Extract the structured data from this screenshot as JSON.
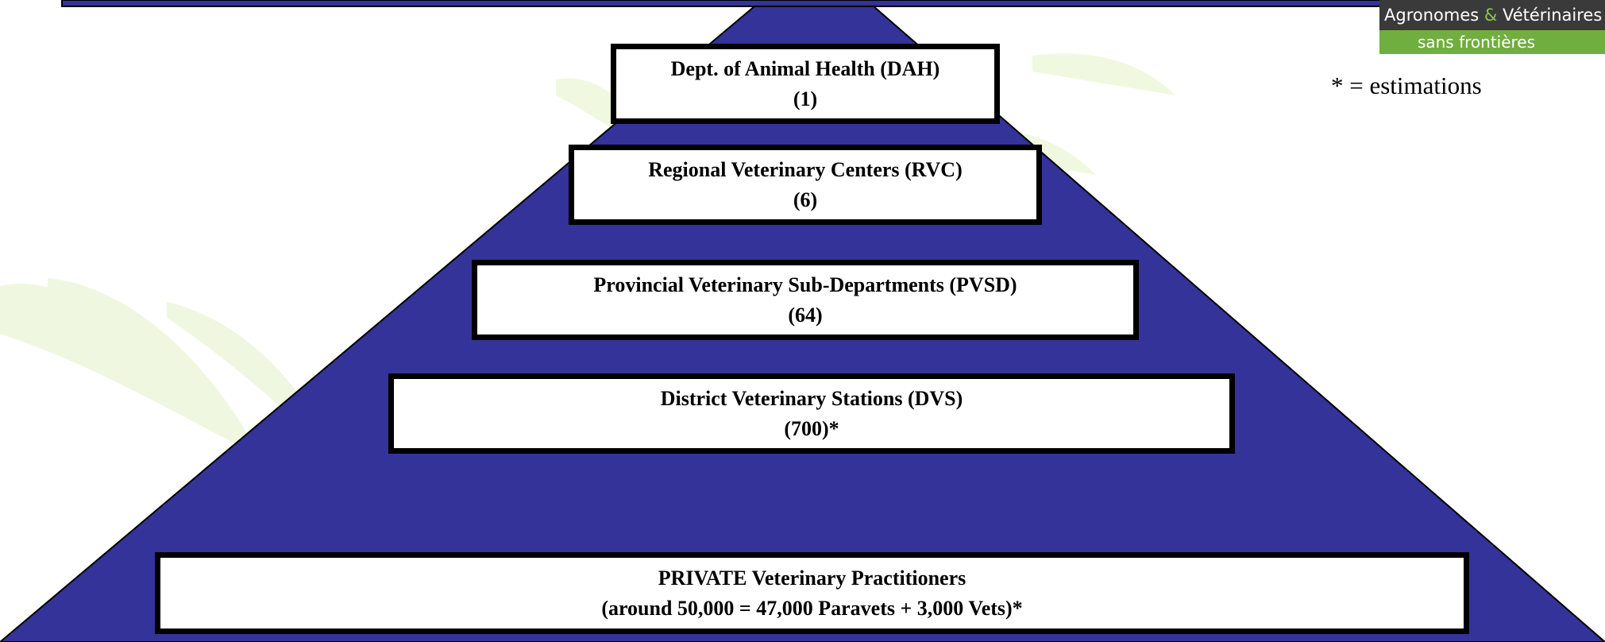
{
  "logo": {
    "word1": "Agronomes",
    "ampersand": "&",
    "word2": "Vétérinaires",
    "line2": "sans frontières"
  },
  "note": "* = estimations",
  "levels": [
    {
      "name": "Dept. of Animal Health (DAH)",
      "count": "(1)"
    },
    {
      "name": "Regional Veterinary Centers (RVC)",
      "count": "(6)"
    },
    {
      "name": "Provincial Veterinary Sub-Departments (PVSD)",
      "count": "(64)"
    },
    {
      "name": "District Veterinary Stations (DVS)",
      "count": "(700)*"
    },
    {
      "name": "PRIVATE Veterinary Practitioners",
      "count": "(around 50,000 = 47,000 Paravets + 3,000 Vets)*"
    }
  ],
  "colors": {
    "pyramid": "#333399",
    "box_border": "#000000",
    "box_fill": "#ffffff",
    "watermark": "#eef7dd",
    "logo_dark": "#3a3a3a",
    "logo_green": "#6fae3f"
  }
}
